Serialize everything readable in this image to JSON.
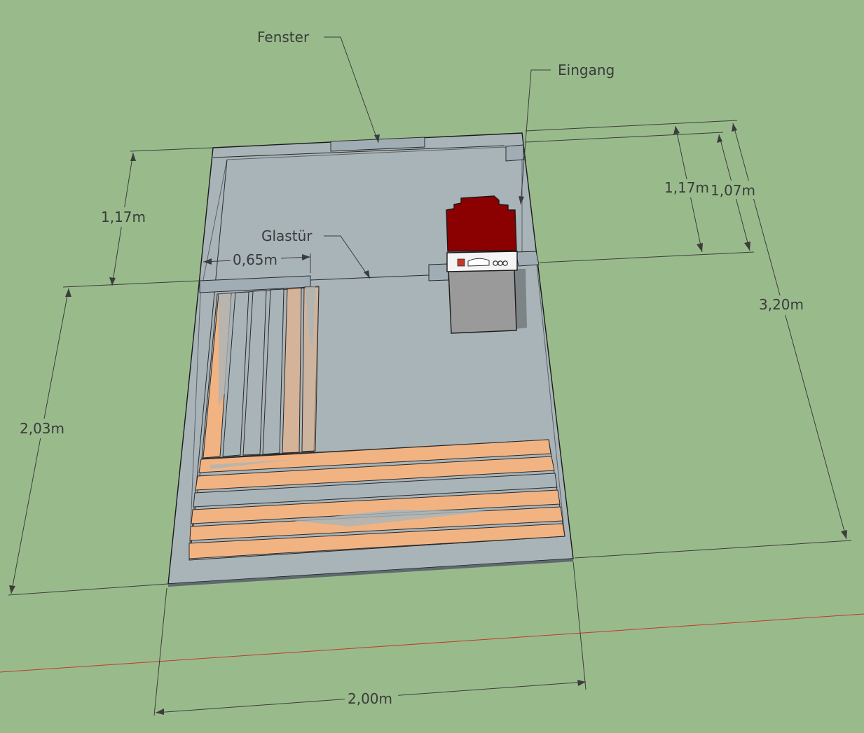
{
  "labels": {
    "fenster": "Fenster",
    "eingang": "Eingang",
    "glastuer": "Glastür"
  },
  "dimensions": {
    "top_left": "1,17m",
    "door": "0,65m",
    "bottom_left": "2,03m",
    "right_a": "1,17m",
    "right_b": "1,07m",
    "right_total": "3,20m",
    "bottom_width": "2,00m"
  },
  "colors": {
    "ground": "#99bb8c",
    "floor": "#a9b4b9",
    "wall_top": "#a0adb4",
    "bench": "#f2b383",
    "heater_top": "#8b0000",
    "heater_body": "#9a9a9a",
    "axis_red": "#c0392b"
  }
}
